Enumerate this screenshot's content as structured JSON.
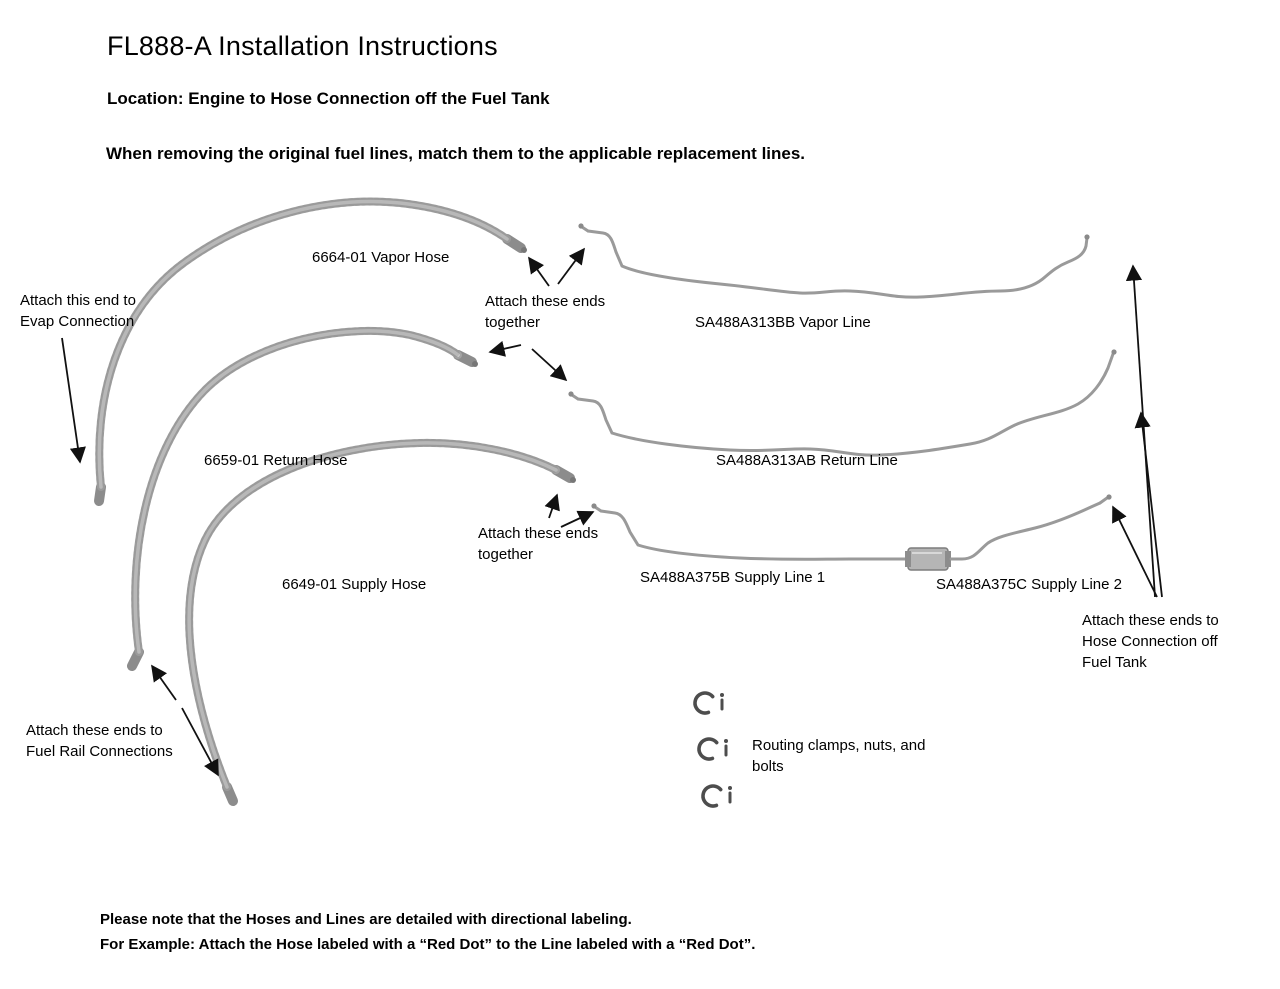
{
  "header": {
    "title": "FL888-A Installation Instructions",
    "location": "Location: Engine to Hose Connection off the Fuel Tank",
    "instruction": "When removing the original fuel lines, match them to the applicable replacement lines."
  },
  "diagram": {
    "labels": {
      "vapor_hose": "6664-01 Vapor Hose",
      "evap_note": "Attach this end to\nEvap Connection",
      "attach_top": "Attach these ends\ntogether",
      "vapor_line": "SA488A313BB Vapor Line",
      "return_hose": "6659-01 Return Hose",
      "return_line": "SA488A313AB Return Line",
      "attach_mid": "Attach these ends\ntogether",
      "supply_hose": "6649-01 Supply Hose",
      "supply_line_1": "SA488A375B Supply Line 1",
      "supply_line_2": "SA488A375C Supply Line 2",
      "tank_note": "Attach these ends to\nHose Connection off\nFuel Tank",
      "rail_note": "Attach these ends to\nFuel Rail Connections",
      "clamps_note": "Routing clamps, nuts, and\nbolts"
    }
  },
  "footer": {
    "note_1": "Please note that the Hoses and Lines are detailed with directional labeling.",
    "note_2": "For Example: Attach the Hose labeled with a “Red Dot” to the Line labeled with a “Red Dot”."
  },
  "colors": {
    "background": "#ffffff",
    "hose": "#a3a3a3",
    "hose_highlight": "#d2d2d2",
    "metal_line": "#9a9a9a",
    "arrow": "#111111",
    "text": "#000000"
  }
}
